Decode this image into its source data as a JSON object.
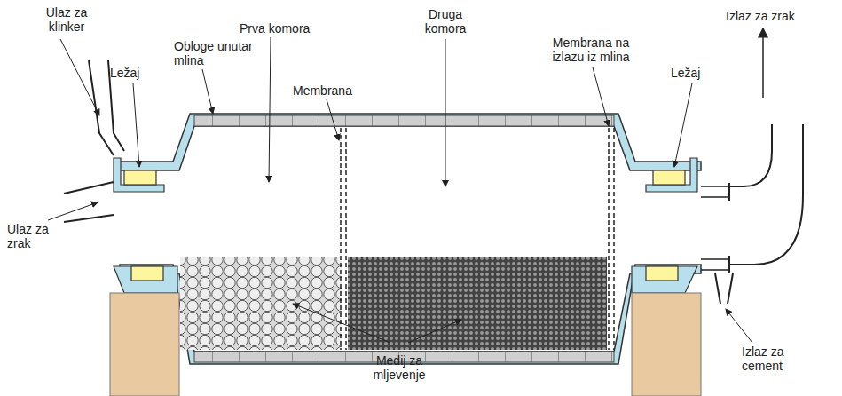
{
  "diagram": {
    "labels": [
      "Ulaz za klinker",
      "Ležaj",
      "Obloge unutar mlina",
      "Prva komora",
      "Druga komora",
      "Membrana",
      "Membrana na izlazu iz mlina",
      "Izlaz za zrak",
      "Ulaz za zrak",
      "Ležaj",
      "Medij za mljevenje",
      "Izlaz za cement"
    ]
  }
}
